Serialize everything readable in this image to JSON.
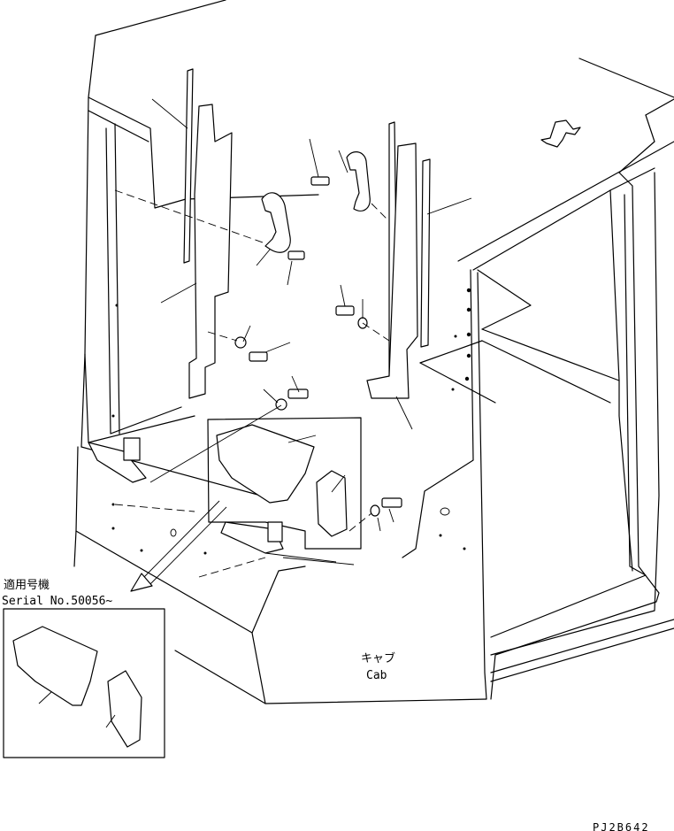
{
  "labels": {
    "serial_heading": "適用号機",
    "serial_number": "Serial No.50056~",
    "cab_jp": "キャブ",
    "cab_en": "Cab",
    "drawing_code": "PJ2B642"
  },
  "colors": {
    "line": "#000000",
    "background": "#ffffff"
  }
}
